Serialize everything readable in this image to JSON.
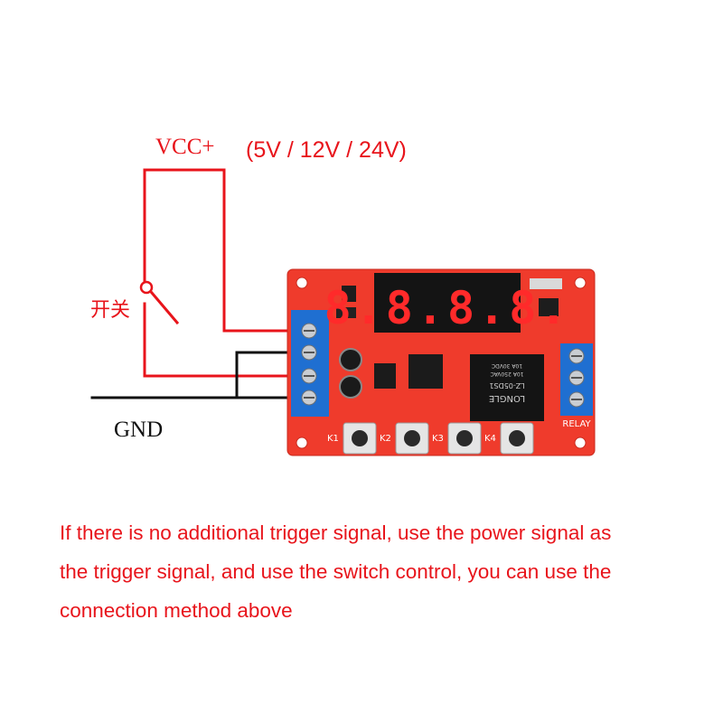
{
  "labels": {
    "vcc": "VCC+",
    "voltages": "(5V / 12V / 24V)",
    "switch": "开关",
    "gnd": "GND"
  },
  "board": {
    "display_digits": "8.8.8.8.",
    "buttons": [
      "K1",
      "K2",
      "K3",
      "K4"
    ],
    "relay_label": "RELAY",
    "relay_text": [
      "LONGLE",
      "LZ-05DS1",
      "10A 250VAC",
      "10A 30VDC"
    ]
  },
  "caption": {
    "lines": [
      "If there is no additional trigger signal, use the power signal as",
      "the trigger signal, and use the switch control, you can use the",
      "connection method above"
    ]
  },
  "colors": {
    "wire_red": "#e8141b",
    "wire_black": "#111111",
    "board_red": "#ef3b2c",
    "terminal_blue": "#1f6fd1",
    "display_red": "#ff2a2a"
  }
}
